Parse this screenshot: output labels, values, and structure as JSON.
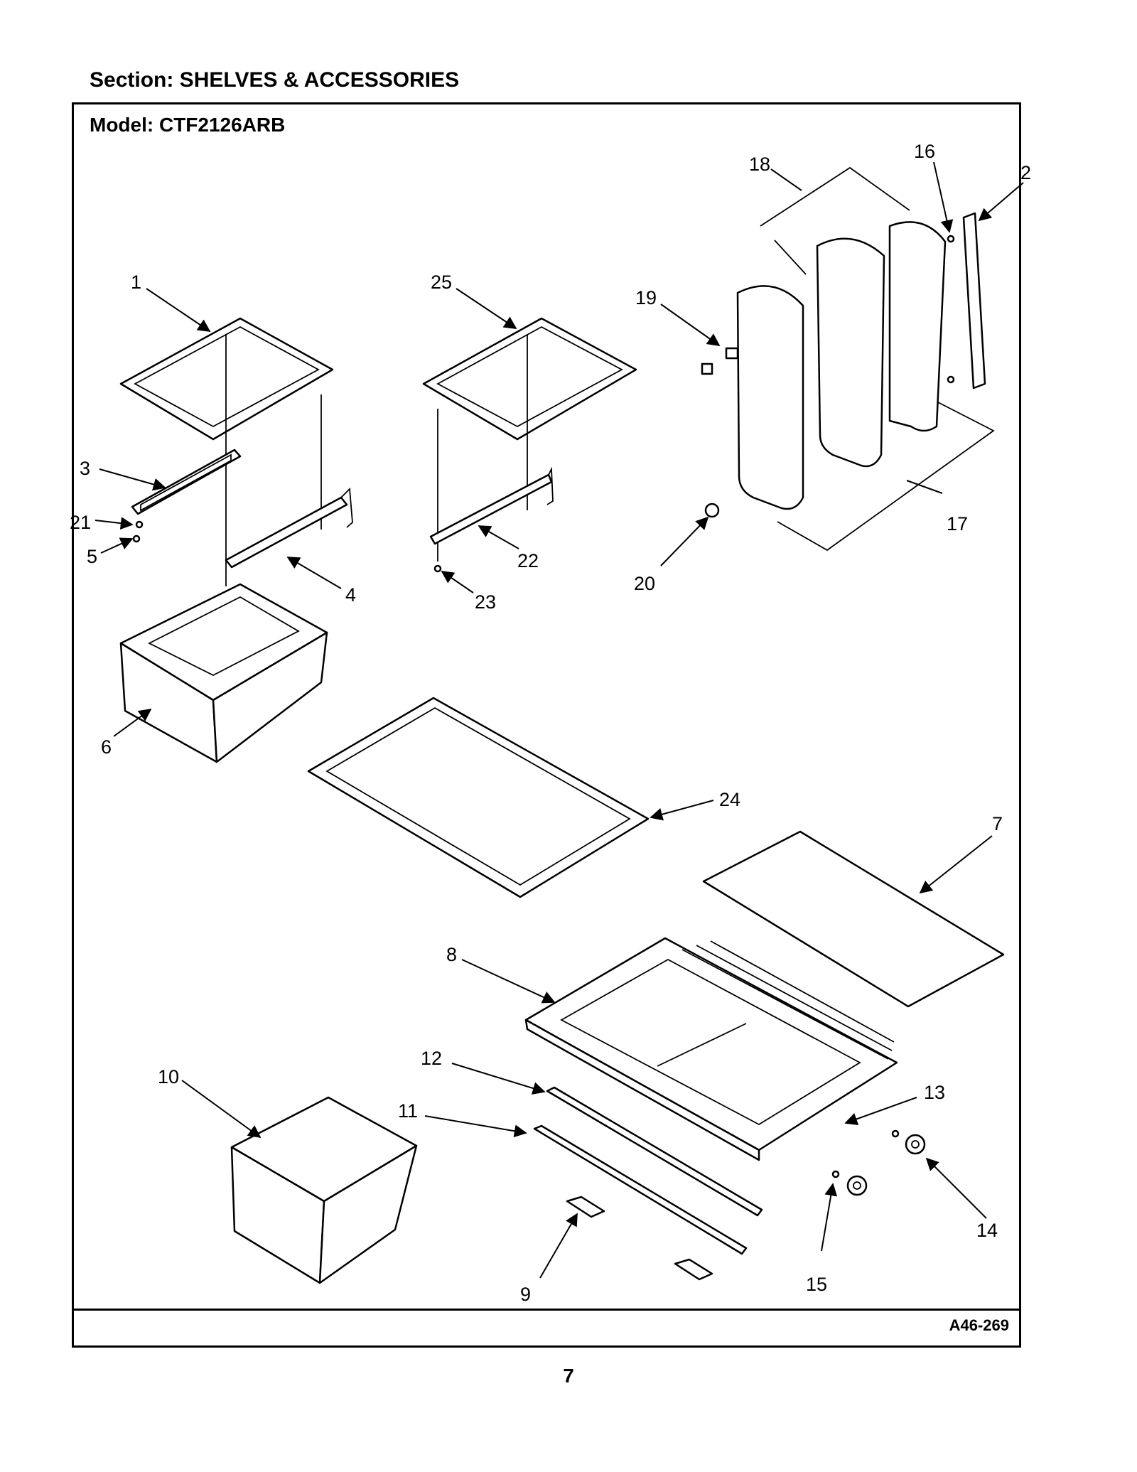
{
  "header": {
    "section_title": "Section:  SHELVES & ACCESSORIES",
    "model_title": "Model:  CTF2126ARB"
  },
  "footer": {
    "drawing_code": "A46-269",
    "page_number": "7"
  },
  "callouts": [
    {
      "id": "callout-1",
      "label": "1"
    },
    {
      "id": "callout-2",
      "label": "2"
    },
    {
      "id": "callout-3",
      "label": "3"
    },
    {
      "id": "callout-4",
      "label": "4"
    },
    {
      "id": "callout-5",
      "label": "5"
    },
    {
      "id": "callout-6",
      "label": "6"
    },
    {
      "id": "callout-7",
      "label": "7"
    },
    {
      "id": "callout-8",
      "label": "8"
    },
    {
      "id": "callout-9",
      "label": "9"
    },
    {
      "id": "callout-10",
      "label": "10"
    },
    {
      "id": "callout-11",
      "label": "11"
    },
    {
      "id": "callout-12",
      "label": "12"
    },
    {
      "id": "callout-13",
      "label": "13"
    },
    {
      "id": "callout-14",
      "label": "14"
    },
    {
      "id": "callout-15",
      "label": "15"
    },
    {
      "id": "callout-16",
      "label": "16"
    },
    {
      "id": "callout-17",
      "label": "17"
    },
    {
      "id": "callout-18",
      "label": "18"
    },
    {
      "id": "callout-19",
      "label": "19"
    },
    {
      "id": "callout-20",
      "label": "20"
    },
    {
      "id": "callout-21",
      "label": "21"
    },
    {
      "id": "callout-22",
      "label": "22"
    },
    {
      "id": "callout-23",
      "label": "23"
    },
    {
      "id": "callout-24",
      "label": "24"
    },
    {
      "id": "callout-25",
      "label": "25"
    }
  ]
}
